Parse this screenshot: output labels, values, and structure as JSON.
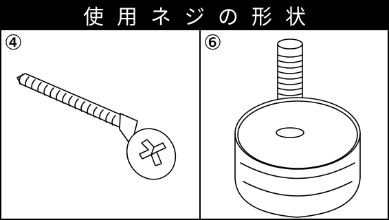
{
  "header": {
    "title": "使用ネジの形状"
  },
  "panels": [
    {
      "number": "④",
      "icon": "flat-head-phillips-screw-icon"
    },
    {
      "number": "⑥",
      "icon": "threaded-foot-icon"
    }
  ],
  "colors": {
    "title_background": "#000000",
    "title_text": "#ffffff",
    "line": "#000000",
    "background": "#ffffff"
  }
}
